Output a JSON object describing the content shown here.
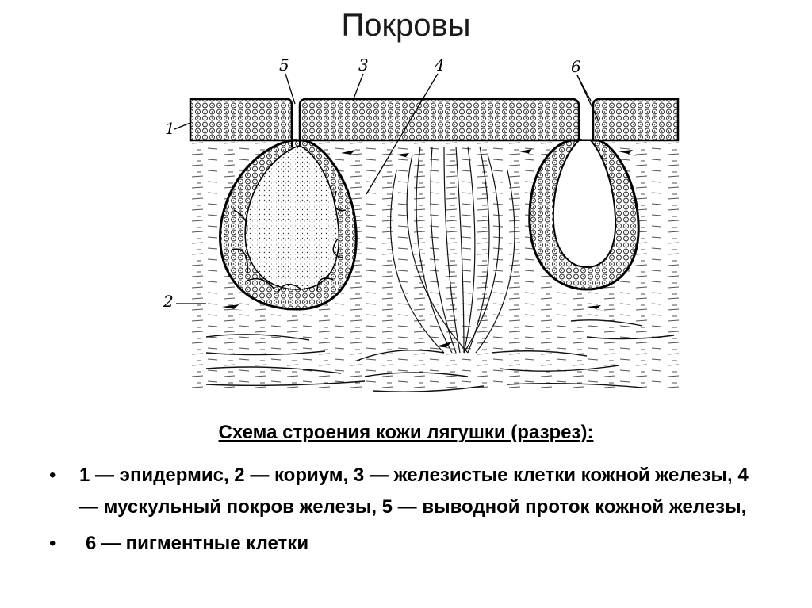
{
  "slide": {
    "title": "Покровы"
  },
  "figure": {
    "callouts": [
      "1",
      "2",
      "3",
      "4",
      "5",
      "6"
    ]
  },
  "caption": "Схема строения кожи лягушки (разрез):",
  "legend": {
    "bullet": "•",
    "items": [
      {
        "text": "1 — эпидермис, 2 — кориум, 3 — железистые клетки кожной  железы,  4 — мускульный  покров железы,  5 — выводной  проток  кожной  железы,"
      },
      {
        "text": "6 — пигментные клетки"
      }
    ]
  }
}
